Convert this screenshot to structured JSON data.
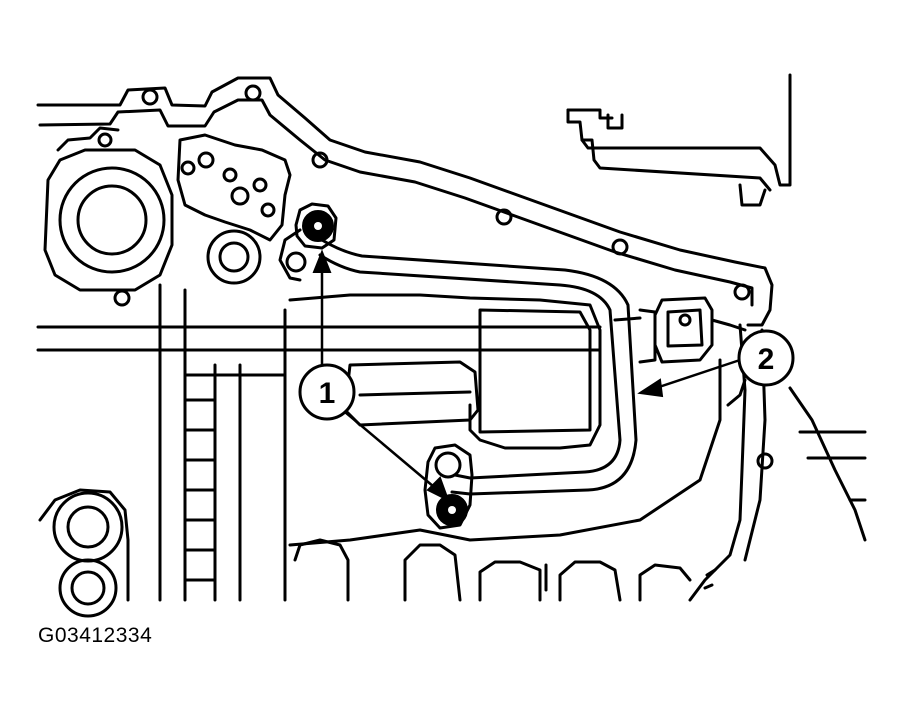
{
  "callouts": [
    {
      "number": "1"
    },
    {
      "number": "2"
    }
  ],
  "figure_id": "G03412334",
  "colors": {
    "line": "#000000",
    "background": "#ffffff"
  }
}
